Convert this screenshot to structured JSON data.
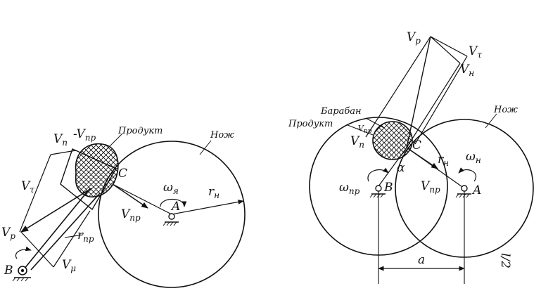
{
  "left": {
    "labels": {
      "vn": "V",
      "vn_sub": "п",
      "minus_vpr": "-V",
      "minus_vpr_sub": "пр",
      "product": "Продукт",
      "knife": "Нож",
      "vtau": "V",
      "vtau_sub": "τ",
      "c": "C",
      "omega_ya": "ω",
      "omega_ya_sub": "я",
      "r_n": "r",
      "r_n_sub": "н",
      "a": "A",
      "vpr": "V",
      "vpr_sub": "пр",
      "vp": "V",
      "vp_sub": "р",
      "r_pr": "r",
      "r_pr_sub": "пр",
      "v_mu": "V",
      "v_mu_sub": "μ",
      "b": "B"
    }
  },
  "right": {
    "labels": {
      "vp": "V",
      "vp_sub": "р",
      "vtau": "V",
      "vtau_sub": "τ",
      "vh": "V",
      "vh_sub": "н",
      "drum": "Барабан",
      "product": "Продукт",
      "knife": "Нож",
      "vpr_small": "-V",
      "vpr_small_sub": "пр",
      "vn": "V",
      "vn_sub": "п",
      "c": "C",
      "r_n": "r",
      "r_n_sub": "н",
      "omega_n": "ω",
      "omega_n_sub": "н",
      "alpha": "α",
      "omega_pr": "ω",
      "omega_pr_sub": "пр",
      "b": "B",
      "vpr": "V",
      "vpr_sub": "пр",
      "a": "A",
      "dist": "a",
      "half": "l/2"
    }
  }
}
